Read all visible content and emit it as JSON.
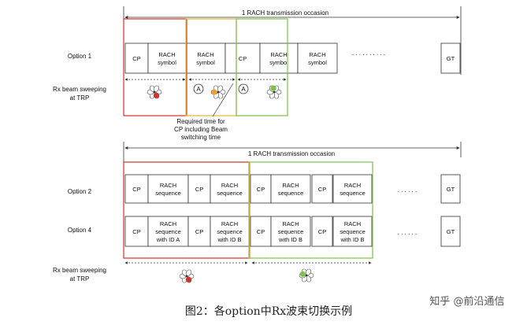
{
  "occasion_label": "1 RACH transmission occasion",
  "option1": {
    "label": "Option 1",
    "cells": [
      "CP",
      "RACH|symbol",
      "RACH|symbol",
      "CP",
      "RACH|symbol",
      "RACH|symbol"
    ],
    "dots": ". . . . . . . . . .",
    "gt": "GT"
  },
  "rx_label": "Rx beam sweeping|at TRP",
  "switch_marker": "A",
  "callout": "Required time for|CP including Beam|switching time",
  "option2": {
    "label": "Option 2",
    "cells": [
      "CP",
      "RACH|sequence",
      "CP",
      "RACH|sequence",
      "CP",
      "RACH|sequence",
      "CP",
      "RACH|sequence"
    ],
    "dots": ". . . . . .",
    "gt": "GT"
  },
  "option4": {
    "label": "Option 4",
    "cells": [
      "CP",
      "RACH|sequence|with ID A",
      "CP",
      "RACH|sequence|with ID B",
      "CP",
      "RACH|sequence|with ID B",
      "CP",
      "RACH|sequence|with ID B"
    ],
    "dots": ". . . . . .",
    "gt": "GT"
  },
  "caption": "图2：各option中Rx波束切换示例",
  "watermark": "知乎 @前沿通信",
  "colors": {
    "red": "#d0332b",
    "orange": "#f0a030",
    "yellow_green": "#c8d23a",
    "green": "#7cc24a",
    "line": "#333333"
  }
}
